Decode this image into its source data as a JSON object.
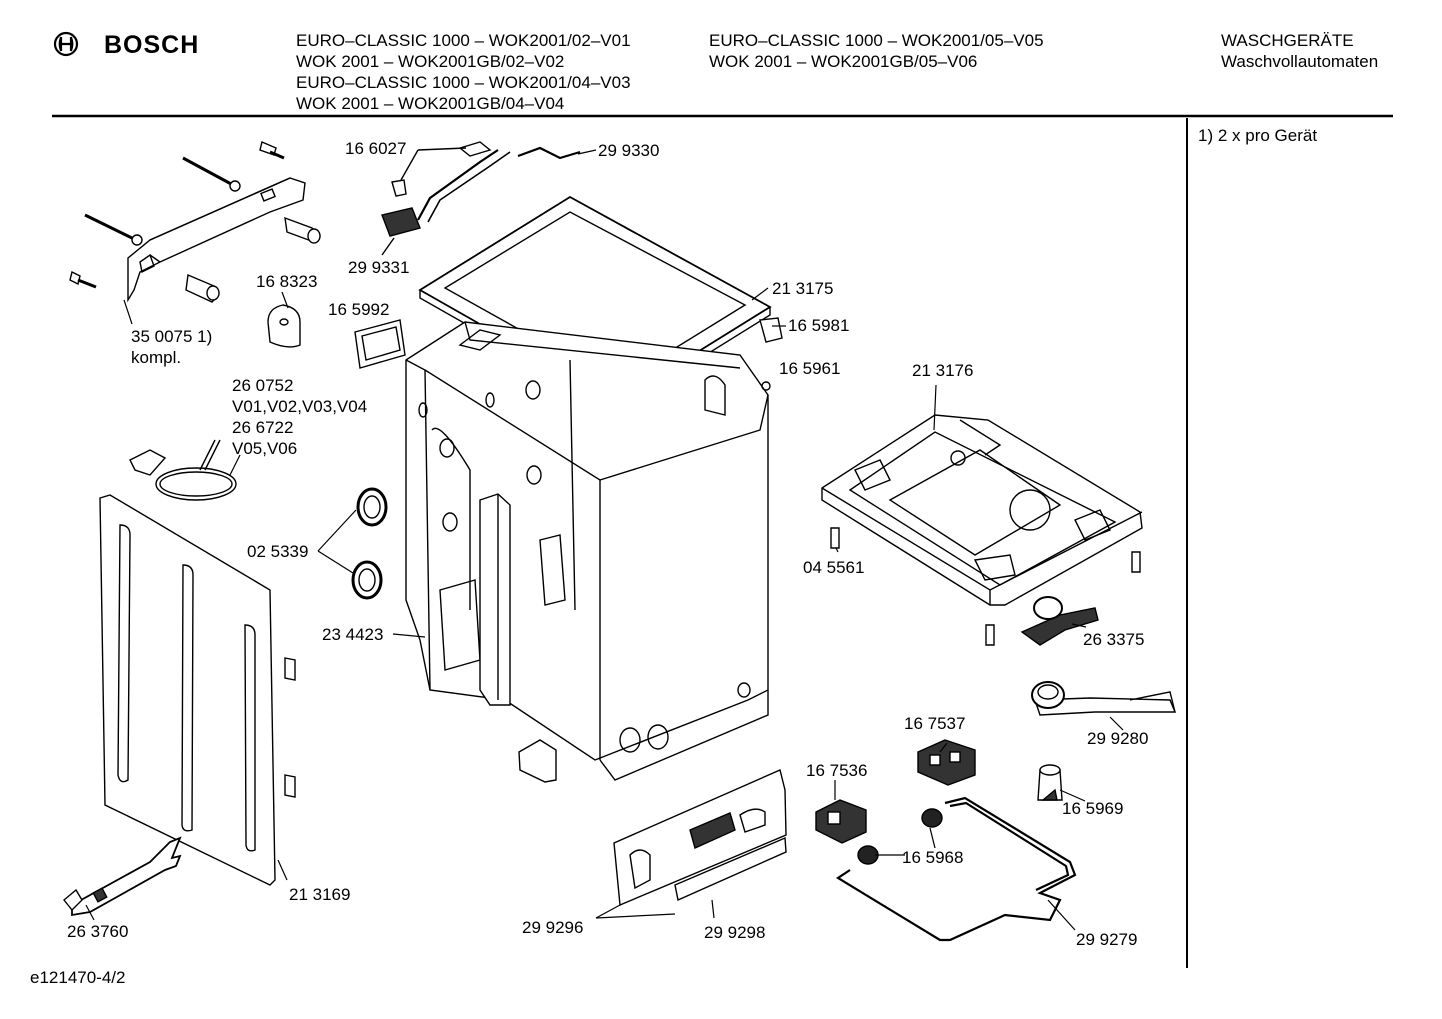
{
  "brand": {
    "name": "BOSCH"
  },
  "header": {
    "col1": [
      "EURO–CLASSIC 1000 – WOK2001/02–V01",
      "WOK 2001 – WOK2001GB/02–V02",
      "EURO–CLASSIC 1000 – WOK2001/04–V03",
      "WOK 2001 – WOK2001GB/04–V04"
    ],
    "col2": [
      "EURO–CLASSIC 1000 – WOK2001/05–V05",
      "WOK 2001 – WOK2001GB/05–V06"
    ],
    "col3": [
      "WASCHGERÄTE",
      "Waschvollautomaten"
    ]
  },
  "note": "1) 2 x pro Gerät",
  "footer": {
    "code": "e121470-4/2"
  },
  "parts": [
    "16 6027",
    "29 9330",
    "29 9331",
    "16 8323",
    "16 5992",
    "35 0075 1)",
    "kompl.",
    "21 3175",
    "16 5981",
    "16 5961",
    "21 3176",
    "26 0752",
    "V01,V02,V03,V04",
    "26 6722",
    "V05,V06",
    "02 5339",
    "23 4423",
    "04 5561",
    "26 3375",
    "29 9280",
    "16 7537",
    "16 7536",
    "16 5969",
    "16 5968",
    "21 3169",
    "26 3760",
    "29 9296",
    "29 9298",
    "29 9279"
  ],
  "colors": {
    "line": "#000000",
    "background": "#ffffff",
    "fill_dark": "#222222"
  }
}
